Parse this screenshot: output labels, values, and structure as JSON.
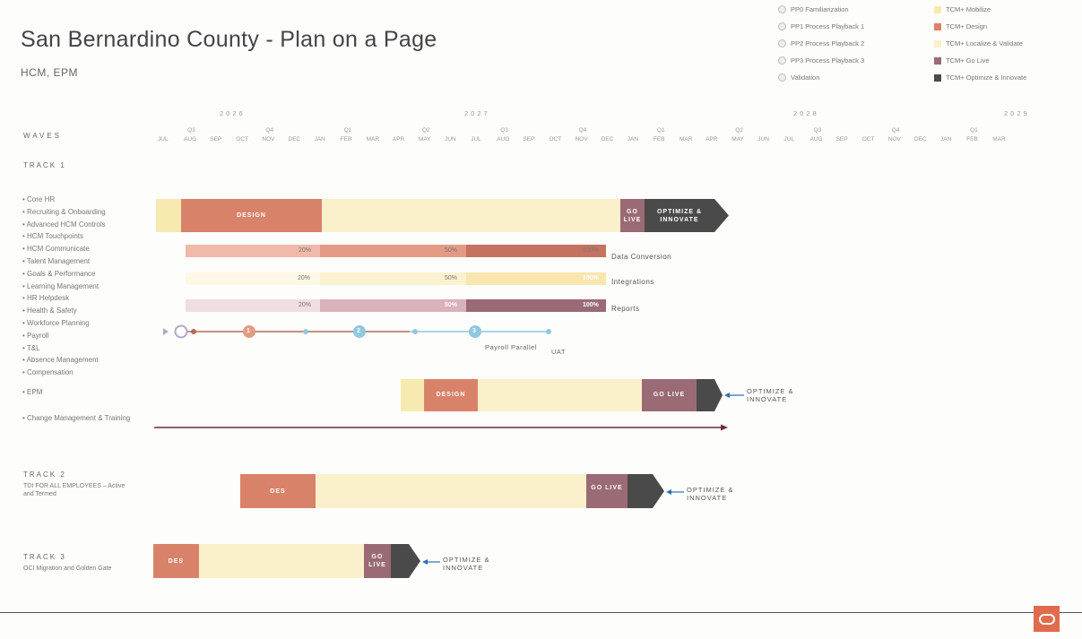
{
  "header": {
    "title": "San Bernardino County - Plan on a Page",
    "subtitle": "HCM, EPM"
  },
  "legend": {
    "left": [
      {
        "label": "PP0 Familiarization",
        "icon": "circle-icon"
      },
      {
        "label": "PP1 Process Playback 1",
        "icon": "circle-icon"
      },
      {
        "label": "PP2 Process Playback 2",
        "icon": "circle-icon"
      },
      {
        "label": "PP3 Process Playback 3",
        "icon": "circle-icon"
      },
      {
        "label": "Validation",
        "icon": "circle-icon"
      }
    ],
    "right": [
      {
        "label": "TCM+ Mobilize",
        "color": "#f7eab0"
      },
      {
        "label": "TCM+ Design",
        "color": "#d9826a"
      },
      {
        "label": "TCM+ Localize & Validate",
        "color": "#fbf0cc"
      },
      {
        "label": "TCM+ Go Live",
        "color": "#9a6a75"
      },
      {
        "label": "TCM+ Optimize & Innovate",
        "color": "#4a4a4a"
      }
    ]
  },
  "timeline": {
    "waves_label": "WAVES",
    "years": [
      "2026",
      "2027",
      "2028",
      "2029"
    ],
    "quarters": [
      "Q3",
      "Q4",
      "Q1",
      "Q2",
      "Q3",
      "Q4",
      "Q1",
      "Q2",
      "Q3",
      "Q4",
      "Q1"
    ],
    "months": [
      "JUL",
      "AUG",
      "SEP",
      "OCT",
      "NOV",
      "DEC",
      "JAN",
      "FEB",
      "MAR",
      "APR",
      "MAY",
      "JUN",
      "JUL",
      "AUG",
      "SEP",
      "OCT",
      "NOV",
      "DEC",
      "JAN",
      "FEB",
      "MAR",
      "APR",
      "MAY",
      "JUN",
      "JUL",
      "AUG",
      "SEP",
      "OCT",
      "NOV",
      "DEC",
      "JAN",
      "FEB",
      "MAR"
    ]
  },
  "track1": {
    "label": "TRACK 1",
    "items": [
      "Core HR",
      "Recruiting & Onboarding",
      "Advanced HCM Controls",
      "HCM Touchpoints",
      "HCM Communicate",
      "Talent Management",
      "Goals & Performance",
      "Learning Management",
      "HR Helpdesk",
      "Health & Safety",
      "Workforce Planning",
      "Payroll",
      "T&L",
      "Absence Management",
      "Compensation"
    ],
    "epm_item": "EPM",
    "change_item": "Change Management & Training",
    "main_bar": {
      "design": "DESIGN",
      "golive": "GO LIVE",
      "optimize": "OPTIMIZE & INNOVATE"
    },
    "data_conversion": {
      "label": "Data Conversion",
      "p1": "20%",
      "p2": "50%",
      "p3": "100%"
    },
    "integrations": {
      "label": "Integrations",
      "p1": "20%",
      "p2": "50%",
      "p3": "100%"
    },
    "reports": {
      "label": "Reports",
      "p1": "20%",
      "p2": "50%",
      "p3": "100%"
    },
    "payroll": {
      "parallel": "Payroll Parallel",
      "uat": "UAT",
      "m1": "1",
      "m2": "2",
      "m3": "3"
    },
    "epm_bar": {
      "design": "DESIGN",
      "golive": "GO LIVE",
      "optimize": "OPTIMIZE & INNOVATE"
    }
  },
  "track2": {
    "label": "TRACK 2",
    "sub": "TDI FOR ALL EMPLOYEES – Active and Termed",
    "design": "DES",
    "golive": "GO LIVE",
    "optimize": "OPTIMIZE & INNOVATE"
  },
  "track3": {
    "label": "TRACK 3",
    "sub": "OCI Migration and Golden Gate",
    "design": "DES",
    "golive": "GO LIVE",
    "optimize": "OPTIMIZE & INNOVATE"
  },
  "colors": {
    "mobilize": "#f7eab0",
    "design": "#d9826a",
    "localize": "#fbf0cc",
    "golive": "#9a6a75",
    "optimize": "#4a4a4a",
    "payroll_line": "#8fc8e0"
  }
}
